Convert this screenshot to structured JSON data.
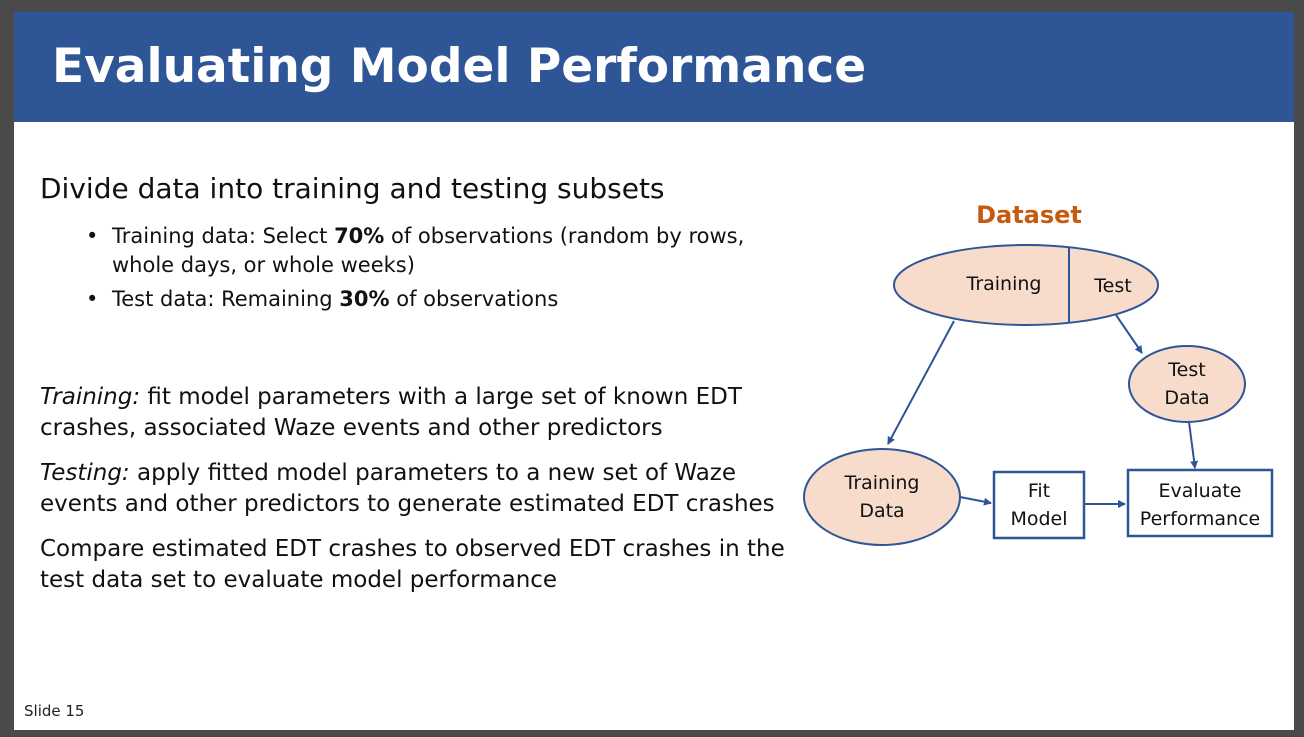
{
  "slide": {
    "title": "Evaluating Model Performance",
    "heading": "Divide data into training and testing subsets",
    "bullets": [
      {
        "before": "Training data: Select ",
        "bold": "70%",
        "after": " of observations (random by rows, whole days, or whole weeks)"
      },
      {
        "before": "Test data: Remaining ",
        "bold": "30%",
        "after": " of observations"
      }
    ],
    "paragraphs": [
      {
        "lead": "Training:",
        "text": " fit model parameters with a large set of known EDT crashes, associated Waze events and other predictors"
      },
      {
        "lead": "Testing:",
        "text": " apply fitted model parameters to a new set of Waze events and other predictors to generate estimated EDT crashes"
      },
      {
        "lead": "",
        "text": "Compare estimated EDT crashes to observed EDT crashes in the test data set to evaluate model performance"
      }
    ],
    "slide_number": "Slide 15"
  },
  "diagram": {
    "title": "Dataset",
    "title_color": "#c55a11",
    "node_fill": "#f8dccb",
    "line_color": "#2e5596",
    "labels": {
      "training": "Training",
      "test": "Test",
      "test_data": [
        "Test",
        "Data"
      ],
      "training_data": [
        "Training",
        "Data"
      ],
      "fit_model": [
        "Fit",
        "Model"
      ],
      "evaluate": [
        "Evaluate",
        "Performance"
      ]
    }
  }
}
